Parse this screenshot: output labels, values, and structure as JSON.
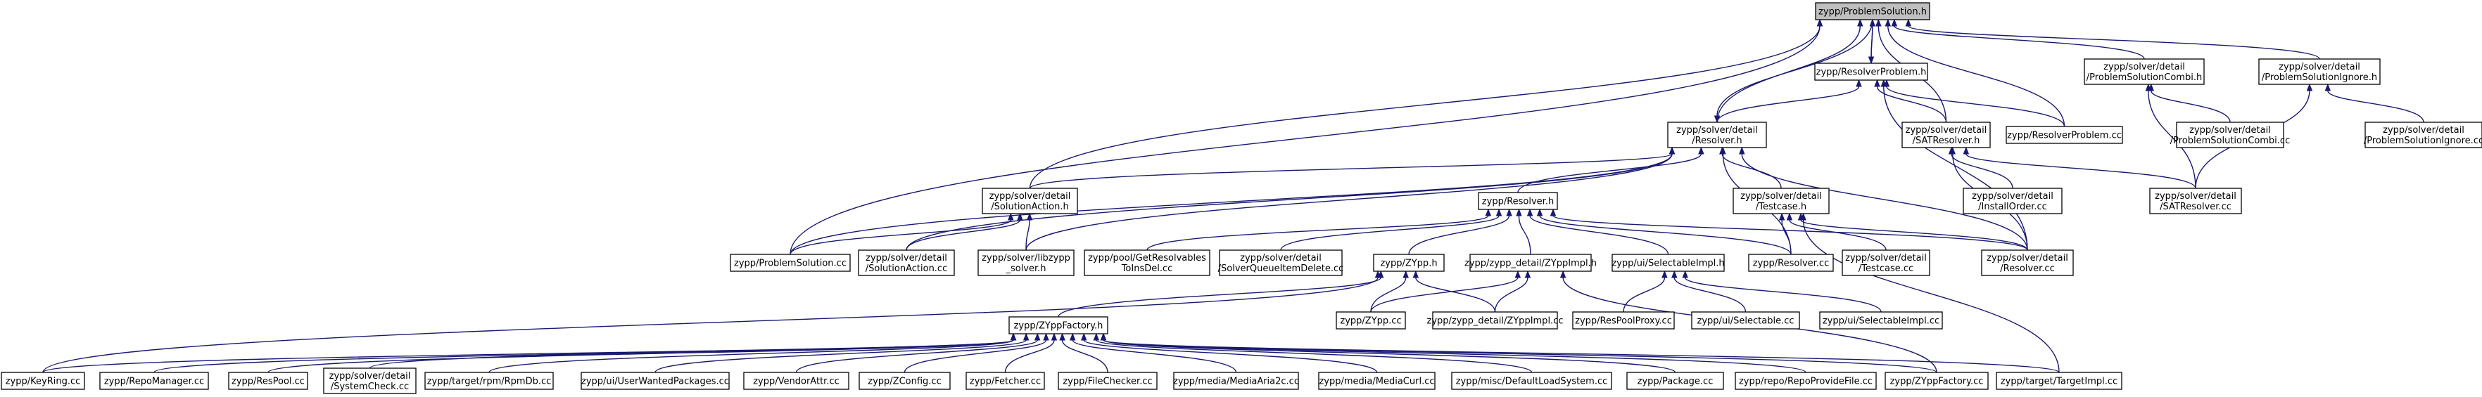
{
  "title": "zypp/ProblemSolution.h",
  "colors": {
    "edge": "#191970",
    "node_border": "#000000",
    "root_fill": "#bfbfbf",
    "node_fill": "#ffffff"
  },
  "nodes": [
    {
      "id": "n0",
      "lines": [
        "zypp/ProblemSolution.h"
      ],
      "root": true
    },
    {
      "id": "n1",
      "lines": [
        "zypp/ResolverProblem.h"
      ]
    },
    {
      "id": "n2",
      "lines": [
        "zypp/solver/detail",
        "/ProblemSolutionCombi.h"
      ]
    },
    {
      "id": "n3",
      "lines": [
        "zypp/solver/detail",
        "/ProblemSolutionIgnore.h"
      ]
    },
    {
      "id": "n4",
      "lines": [
        "zypp/solver/detail",
        "/Resolver.h"
      ]
    },
    {
      "id": "n5",
      "lines": [
        "zypp/solver/detail",
        "/SATResolver.h"
      ]
    },
    {
      "id": "n6",
      "lines": [
        "zypp/ResolverProblem.cc"
      ]
    },
    {
      "id": "n7",
      "lines": [
        "zypp/solver/detail",
        "/ProblemSolutionCombi.cc"
      ]
    },
    {
      "id": "n8",
      "lines": [
        "zypp/solver/detail",
        "/ProblemSolutionIgnore.cc"
      ]
    },
    {
      "id": "n9",
      "lines": [
        "zypp/solver/detail",
        "/SolutionAction.h"
      ]
    },
    {
      "id": "n10",
      "lines": [
        "zypp/Resolver.h"
      ]
    },
    {
      "id": "n11",
      "lines": [
        "zypp/solver/detail",
        "/Testcase.h"
      ]
    },
    {
      "id": "n12",
      "lines": [
        "zypp/solver/detail",
        "/InstallOrder.cc"
      ]
    },
    {
      "id": "n13",
      "lines": [
        "zypp/solver/detail",
        "/SATResolver.cc"
      ]
    },
    {
      "id": "n14",
      "lines": [
        "zypp/ProblemSolution.cc"
      ]
    },
    {
      "id": "n15",
      "lines": [
        "zypp/solver/detail",
        "/SolutionAction.cc"
      ]
    },
    {
      "id": "n16",
      "lines": [
        "zypp/solver/libzypp",
        "_solver.h"
      ]
    },
    {
      "id": "n17",
      "lines": [
        "zypp/pool/GetResolvables",
        "ToInsDel.cc"
      ]
    },
    {
      "id": "n18",
      "lines": [
        "zypp/solver/detail",
        "/SolverQueueItemDelete.cc"
      ]
    },
    {
      "id": "n19",
      "lines": [
        "zypp/ZYpp.h"
      ]
    },
    {
      "id": "n20",
      "lines": [
        "zypp/zypp_detail/ZYppImpl.h"
      ]
    },
    {
      "id": "n21",
      "lines": [
        "zypp/ui/SelectableImpl.h"
      ]
    },
    {
      "id": "n22",
      "lines": [
        "zypp/Resolver.cc"
      ]
    },
    {
      "id": "n23",
      "lines": [
        "zypp/solver/detail",
        "/Testcase.cc"
      ]
    },
    {
      "id": "n24",
      "lines": [
        "zypp/solver/detail",
        "/Resolver.cc"
      ]
    },
    {
      "id": "n25",
      "lines": [
        "zypp/ZYppFactory.h"
      ]
    },
    {
      "id": "n26",
      "lines": [
        "zypp/ZYpp.cc"
      ]
    },
    {
      "id": "n27",
      "lines": [
        "zypp/zypp_detail/ZYppImpl.cc"
      ]
    },
    {
      "id": "n28",
      "lines": [
        "zypp/ResPoolProxy.cc"
      ]
    },
    {
      "id": "n29",
      "lines": [
        "zypp/ui/Selectable.cc"
      ]
    },
    {
      "id": "n30",
      "lines": [
        "zypp/ui/SelectableImpl.cc"
      ]
    },
    {
      "id": "n31",
      "lines": [
        "zypp/KeyRing.cc"
      ]
    },
    {
      "id": "n32",
      "lines": [
        "zypp/RepoManager.cc"
      ]
    },
    {
      "id": "n33",
      "lines": [
        "zypp/ResPool.cc"
      ]
    },
    {
      "id": "n34",
      "lines": [
        "zypp/solver/detail",
        "/SystemCheck.cc"
      ]
    },
    {
      "id": "n35",
      "lines": [
        "zypp/target/rpm/RpmDb.cc"
      ]
    },
    {
      "id": "n36",
      "lines": [
        "zypp/ui/UserWantedPackages.cc"
      ]
    },
    {
      "id": "n37",
      "lines": [
        "zypp/VendorAttr.cc"
      ]
    },
    {
      "id": "n38",
      "lines": [
        "zypp/ZConfig.cc"
      ]
    },
    {
      "id": "n39",
      "lines": [
        "zypp/Fetcher.cc"
      ]
    },
    {
      "id": "n40",
      "lines": [
        "zypp/FileChecker.cc"
      ]
    },
    {
      "id": "n41",
      "lines": [
        "zypp/media/MediaAria2c.cc"
      ]
    },
    {
      "id": "n42",
      "lines": [
        "zypp/media/MediaCurl.cc"
      ]
    },
    {
      "id": "n43",
      "lines": [
        "zypp/misc/DefaultLoadSystem.cc"
      ]
    },
    {
      "id": "n44",
      "lines": [
        "zypp/Package.cc"
      ]
    },
    {
      "id": "n45",
      "lines": [
        "zypp/repo/RepoProvideFile.cc"
      ]
    },
    {
      "id": "n46",
      "lines": [
        "zypp/ZYppFactory.cc"
      ]
    },
    {
      "id": "n47",
      "lines": [
        "zypp/target/TargetImpl.cc"
      ]
    }
  ],
  "edges": [
    [
      "n0",
      "n1"
    ],
    [
      "n0",
      "n2"
    ],
    [
      "n0",
      "n3"
    ],
    [
      "n0",
      "n4"
    ],
    [
      "n0",
      "n5"
    ],
    [
      "n0",
      "n6"
    ],
    [
      "n0",
      "n9"
    ],
    [
      "n0",
      "n14"
    ],
    [
      "n1",
      "n4"
    ],
    [
      "n1",
      "n5"
    ],
    [
      "n1",
      "n6"
    ],
    [
      "n1",
      "n24"
    ],
    [
      "n1",
      "n0"
    ],
    [
      "n2",
      "n7"
    ],
    [
      "n2",
      "n13"
    ],
    [
      "n3",
      "n8"
    ],
    [
      "n3",
      "n13"
    ],
    [
      "n4",
      "n0"
    ],
    [
      "n4",
      "n9"
    ],
    [
      "n4",
      "n10"
    ],
    [
      "n4",
      "n11"
    ],
    [
      "n4",
      "n14"
    ],
    [
      "n4",
      "n15"
    ],
    [
      "n4",
      "n16"
    ],
    [
      "n4",
      "n22"
    ],
    [
      "n4",
      "n24"
    ],
    [
      "n5",
      "n12"
    ],
    [
      "n5",
      "n13"
    ],
    [
      "n5",
      "n24"
    ],
    [
      "n9",
      "n14"
    ],
    [
      "n9",
      "n15"
    ],
    [
      "n9",
      "n16"
    ],
    [
      "n10",
      "n17"
    ],
    [
      "n10",
      "n18"
    ],
    [
      "n10",
      "n19"
    ],
    [
      "n10",
      "n20"
    ],
    [
      "n10",
      "n21"
    ],
    [
      "n10",
      "n22"
    ],
    [
      "n10",
      "n24"
    ],
    [
      "n11",
      "n22"
    ],
    [
      "n11",
      "n23"
    ],
    [
      "n11",
      "n24"
    ],
    [
      "n11",
      "n47"
    ],
    [
      "n19",
      "n25"
    ],
    [
      "n19",
      "n26"
    ],
    [
      "n19",
      "n27"
    ],
    [
      "n19",
      "n31"
    ],
    [
      "n20",
      "n26"
    ],
    [
      "n20",
      "n27"
    ],
    [
      "n20",
      "n46"
    ],
    [
      "n21",
      "n28"
    ],
    [
      "n21",
      "n29"
    ],
    [
      "n21",
      "n30"
    ],
    [
      "n25",
      "n31"
    ],
    [
      "n25",
      "n32"
    ],
    [
      "n25",
      "n33"
    ],
    [
      "n25",
      "n34"
    ],
    [
      "n25",
      "n35"
    ],
    [
      "n25",
      "n36"
    ],
    [
      "n25",
      "n37"
    ],
    [
      "n25",
      "n38"
    ],
    [
      "n25",
      "n39"
    ],
    [
      "n25",
      "n40"
    ],
    [
      "n25",
      "n41"
    ],
    [
      "n25",
      "n42"
    ],
    [
      "n25",
      "n43"
    ],
    [
      "n25",
      "n44"
    ],
    [
      "n25",
      "n45"
    ],
    [
      "n25",
      "n46"
    ],
    [
      "n25",
      "n47"
    ]
  ]
}
